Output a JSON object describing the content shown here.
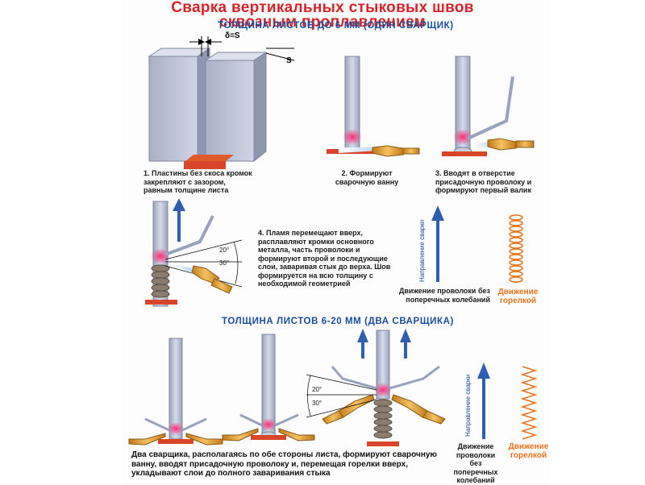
{
  "title_line1": "Сварка вертикальных стыковых швов",
  "title_line2": "сквозным проплавлением",
  "section1": "ТОЛЩИНА ЛИСТОВ ДО 6 ММ (ОДИН СВАРЩИК)",
  "section2": "ТОЛЩИНА ЛИСТОВ 6-20 ММ (ДВА СВАРЩИКА)",
  "dim_gap": "δ=S",
  "dim_s": "S",
  "step1": "1. Пластины без скоса кромок закрепляют с зазором, равным толщине листа",
  "step2": "2. Формируют сварочную ванну",
  "step3": "3. Вводят в отверстие присадочную проволоку и формируют первый валик",
  "step4": "4. Пламя перемещают вверх, расплавляют кромки основного металла, часть проволоки и формируют второй и последующие слои, заваривая стык до верха. Шов формируется на всю толщину с необходимой геометрией",
  "angle_20": "20°",
  "angle_30": "30°",
  "weld_direction": "Направление сварки",
  "wire_motion": "Движение проволоки без поперечных колебаний",
  "torch_motion": "Движение горелкой",
  "wire_motion_2": "Движение проволоки без поперечных колебаний",
  "torch_motion_2": "Движение горелкой",
  "bottom_text": "Два сварщика, располагаясь по обе стороны листа, формируют сварочную ванну, вводят присадочную проволоку и, перемещая горелки вверх, укладывают слои до полного заваривания стыка",
  "colors": {
    "title": "#d8232a",
    "subtitle": "#1a4d9c",
    "plate": "#b8bfd4",
    "flame": "#e02a6e",
    "torch": "#e9a23a",
    "arrow": "#2f5fb0"
  }
}
